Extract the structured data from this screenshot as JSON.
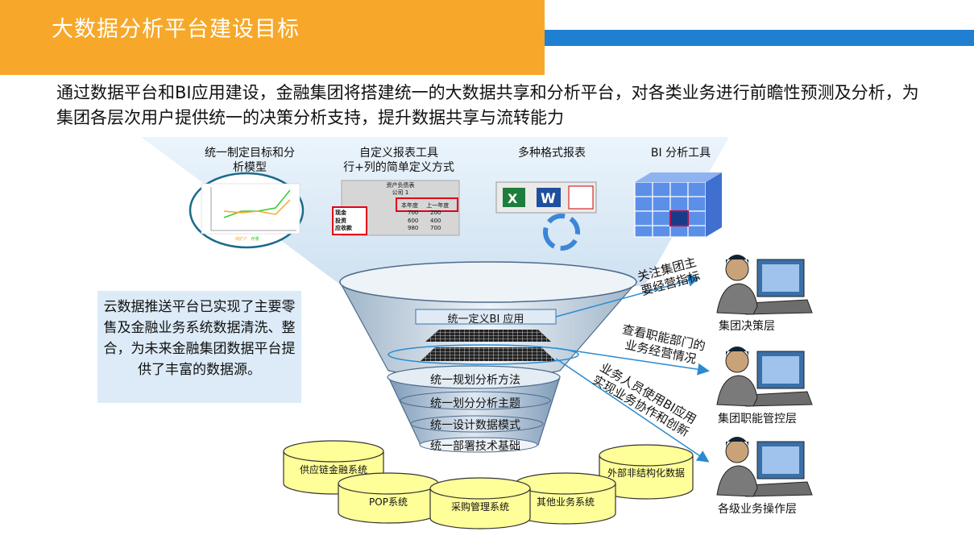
{
  "page": {
    "title": "大数据分析平台建设目标",
    "intro": "通过数据平台和BI应用建设，金融集团将搭建统一的大数据共享和分析平台，对各类业务进行前瞻性预测及分析，为集团各层次用户提供统一的决策分析支持，提升数据共享与流转能力"
  },
  "tools": [
    {
      "label_line1": "统一制定目标和分",
      "label_line2": "析模型"
    },
    {
      "label_line1": "自定义报表工具",
      "label_line2": "行+列的简单定义方式"
    },
    {
      "label_line1": "多种格式报表",
      "label_line2": ""
    },
    {
      "label_line1": "BI 分析工具",
      "label_line2": ""
    }
  ],
  "report_thumb": {
    "title": "资产负债表",
    "subtitle": "公司 1",
    "col1": "本年度",
    "col2": "上一年度",
    "rows": [
      {
        "name": "现金",
        "v1": "700",
        "v2": "200"
      },
      {
        "name": "投资",
        "v1": "600",
        "v2": "400"
      },
      {
        "name": "应收款",
        "v1": "980",
        "v2": "700"
      }
    ]
  },
  "chart_thumb": {
    "legend1": "纯扩户",
    "legend2": "存量",
    "line_color_1": "#f7a82a",
    "line_color_2": "#33cc33"
  },
  "funnel": {
    "bi_app": "统一定义BI 应用",
    "layers": [
      "统一规划分析方法",
      "统一划分分析主题",
      "统一设计数据模式",
      "统一部署技术基础"
    ]
  },
  "side_note": "云数据推送平台已实现了主要零售及金融业务系统数据清洗、整合，为未来金融集团数据平台提供了丰富的数据源。",
  "sources": [
    "供应链金融系统",
    "POP系统",
    "采购管理系统",
    "其他业务系统",
    "外部非结构化数据"
  ],
  "flows": [
    {
      "line1": "关注集团主",
      "line2": "要经营指标"
    },
    {
      "line1": "查看职能部门的",
      "line2": "业务经营情况"
    },
    {
      "line1": "业务人员使用BI应用",
      "line2": "实现业务协作和创新"
    }
  ],
  "users": [
    "集团决策层",
    "集团职能管控层",
    "各级业务操作层"
  ],
  "colors": {
    "accent": "#f7a82a",
    "band": "#1f7fd0",
    "cylinder": "#ffff99",
    "arrow": "#2a8bd0"
  }
}
